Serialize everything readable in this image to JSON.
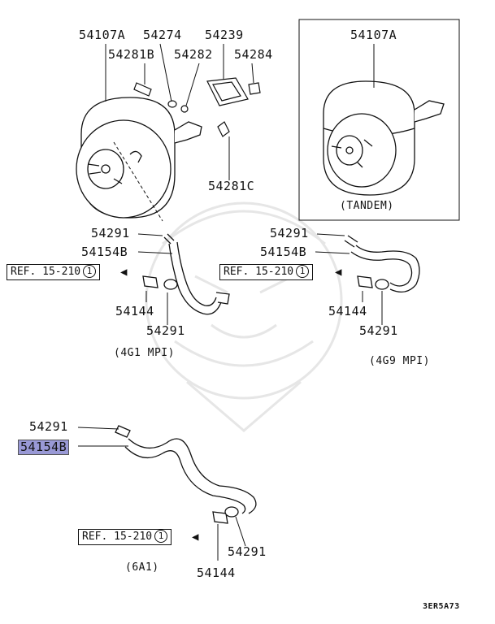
{
  "labels": {
    "p54107a_left": "54107A",
    "p54274": "54274",
    "p54239": "54239",
    "p54281b": "54281B",
    "p54282": "54282",
    "p54284": "54284",
    "p54281c": "54281C",
    "p54107a_right": "54107A",
    "tandem": "(TANDEM)",
    "p54291_a": "54291",
    "p54154b_a": "54154B",
    "p54144_a": "54144",
    "p54291_b": "54291",
    "variant_4g1": "(4G1 MPI)",
    "p54291_c": "54291",
    "p54154b_c": "54154B",
    "p54144_c": "54144",
    "p54291_d": "54291",
    "variant_4g9": "(4G9 MPI)",
    "p54291_e": "54291",
    "p54154b_highlight": "54154B",
    "p54144_e": "54144",
    "p54291_f": "54291",
    "variant_6a1": "(6A1)",
    "figure_code": "3ER5A73"
  },
  "refs": {
    "ref_a_text": "REF. 15-210",
    "ref_a_num": "1",
    "ref_b_text": "REF. 15-210",
    "ref_b_num": "1",
    "ref_c_text": "REF. 15-210",
    "ref_c_num": "1"
  },
  "colors": {
    "highlight": "#9999d6",
    "line": "#111111",
    "watermark": "#e6e6e6"
  }
}
